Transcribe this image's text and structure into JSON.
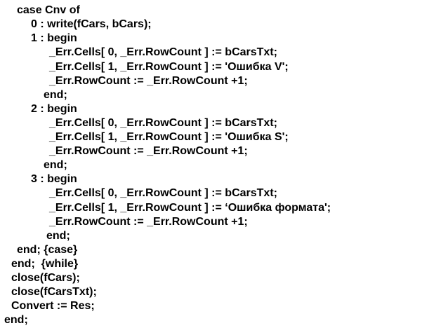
{
  "code": {
    "lines": [
      "case Cnv of",
      "0 : write(fCars, bCars);",
      "1 : begin",
      "_Err.Cells[ 0, _Err.RowCount ] := bCarsTxt;",
      "_Err.Cells[ 1, _Err.RowCount ] := 'Ошибка V';",
      "_Err.RowCount := _Err.RowCount +1;",
      "end;",
      "2 : begin",
      "_Err.Cells[ 0, _Err.RowCount ] := bCarsTxt;",
      "_Err.Cells[ 1, _Err.RowCount ] := 'Ошибка S';",
      "_Err.RowCount := _Err.RowCount +1;",
      "end;",
      "3 : begin",
      "_Err.Cells[ 0, _Err.RowCount ] := bCarsTxt;",
      "_Err.Cells[ 1, _Err.RowCount ] := ‘Ошибка формата';",
      "_Err.RowCount := _Err.RowCount +1;",
      "end;",
      "end; {case}",
      "end;  {while}",
      "close(fCars);",
      "close(fCarsTxt);",
      "Convert := Res;",
      "end;"
    ]
  }
}
